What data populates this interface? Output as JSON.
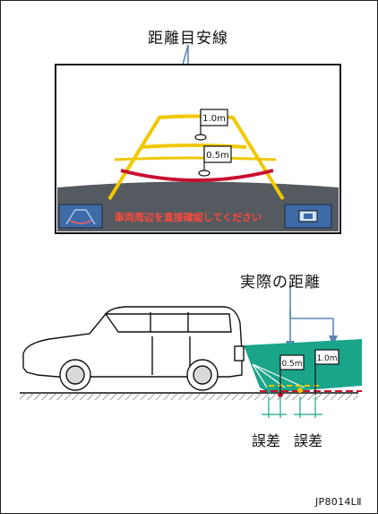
{
  "top_title": "距離目安線",
  "camera_view": {
    "markers": [
      "1.0m",
      "0.5m"
    ],
    "warning_text": "車両周辺を直接確認してください"
  },
  "bottom_title": "実際の距離",
  "ground_markers": [
    "0.5m",
    "1.0m"
  ],
  "error_labels": [
    "誤差",
    "誤差"
  ],
  "doc_code": "JP8014LⅡ",
  "colors": {
    "guide_yellow": "#f0c800",
    "guide_red": "#c8102e",
    "ground_teal": "#1aa58a",
    "screen_dark": "#555a60"
  }
}
